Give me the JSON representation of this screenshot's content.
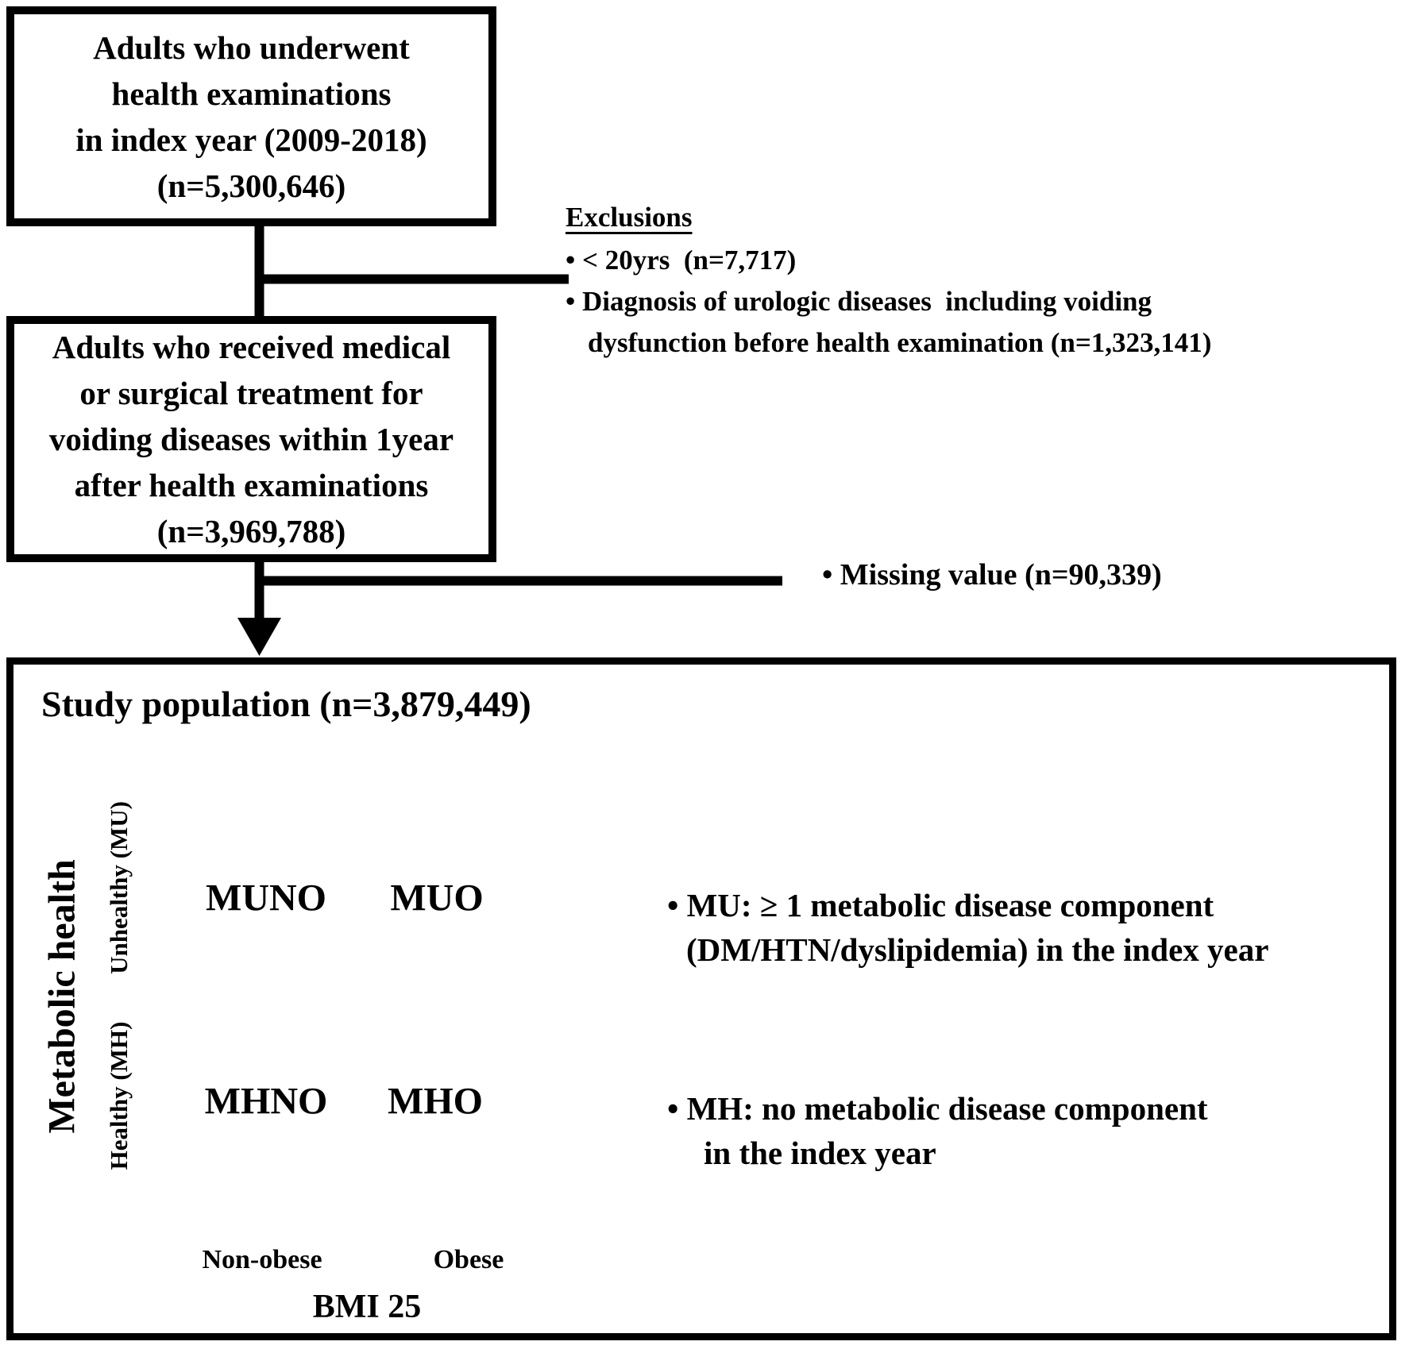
{
  "flowchart": {
    "box1": {
      "line1": "Adults who underwent",
      "line2": "health examinations",
      "line3": "in index year (2009-2018)",
      "line4": "(n=5,300,646)"
    },
    "exclusions": {
      "title": "Exclusions",
      "item1": "• < 20yrs  (n=7,717)",
      "item2_line1": "• Diagnosis of urologic diseases  including voiding",
      "item2_line2": "dysfunction before health examination (n=1,323,141)"
    },
    "box2": {
      "line1": "Adults who received medical",
      "line2": "or surgical treatment for",
      "line3": "voiding diseases within 1year",
      "line4": "after health examinations",
      "line5": "(n=3,969,788)"
    },
    "missing_note": "• Missing value (n=90,339)",
    "box3": {
      "title": "Study population (n=3,879,449)"
    }
  },
  "diagram": {
    "y_axis_title": "Metabolic health",
    "y_axis_upper": "Unhealthy (MU)",
    "y_axis_lower": "Healthy (MH)",
    "x_axis_left": "Non-obese",
    "x_axis_right": "Obese",
    "x_axis_title": "BMI 25",
    "quadrant_upper_left": "MUNO",
    "quadrant_upper_right": "MUO",
    "quadrant_lower_left": "MHNO",
    "quadrant_lower_right": "MHO",
    "note_mu_line1": "• MU: ≥ 1 metabolic disease component",
    "note_mu_line2": "(DM/HTN/dyslipidemia) in the index year",
    "note_mh_line1": "• MH: no metabolic disease component",
    "note_mh_line2": "in the index year",
    "colors": {
      "dashed_line": "#1b75bc",
      "axis": "#000000"
    }
  }
}
